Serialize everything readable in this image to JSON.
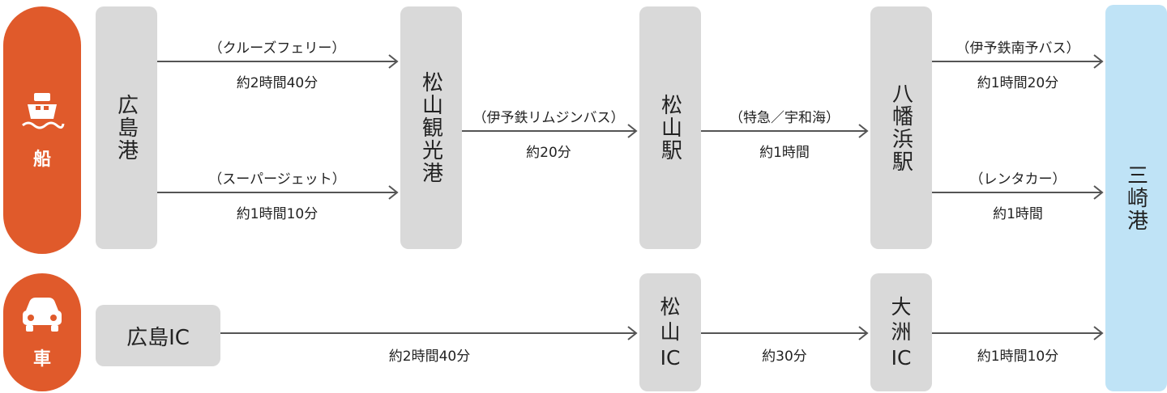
{
  "modes": {
    "ship": {
      "label": "船",
      "icon": "ship-icon"
    },
    "car": {
      "label": "車",
      "icon": "car-icon"
    }
  },
  "nodes": {
    "hiroshima_port": "広島港",
    "matsuyama_kanko_port": "松山観光港",
    "matsuyama_station": "松山駅",
    "yawatahama_station": "八幡浜駅",
    "misaki_port": "三崎港",
    "hiroshima_ic": "広島IC",
    "matsuyama_ic": {
      "line1": "松",
      "line2": "山",
      "line3": "IC"
    },
    "ozu_ic": {
      "line1": "大",
      "line2": "洲",
      "line3": "IC"
    }
  },
  "routes": {
    "cruise_ferry": {
      "name": "（クルーズフェリー）",
      "time": "約2時間40分"
    },
    "super_jet": {
      "name": "（スーパージェット）",
      "time": "約1時間10分"
    },
    "iyotetsu_limousine": {
      "name": "（伊予鉄リムジンバス）",
      "time": "約20分"
    },
    "limited_express": {
      "name": "（特急／宇和海）",
      "time": "約1時間"
    },
    "iyotetsu_nanyo": {
      "name": "（伊予鉄南予バス）",
      "time": "約1時間20分"
    },
    "rent_a_car": {
      "name": "（レンタカー）",
      "time": "約1時間"
    },
    "car_hiroshima_matsuyama": {
      "time": "約2時間40分"
    },
    "car_matsuyama_ozu": {
      "time": "約30分"
    },
    "car_ozu_misaki": {
      "time": "約1時間10分"
    }
  },
  "colors": {
    "accent": "#e05a2b",
    "node": "#d9d9d9",
    "destination": "#bfe3f6",
    "arrow": "#555555"
  }
}
